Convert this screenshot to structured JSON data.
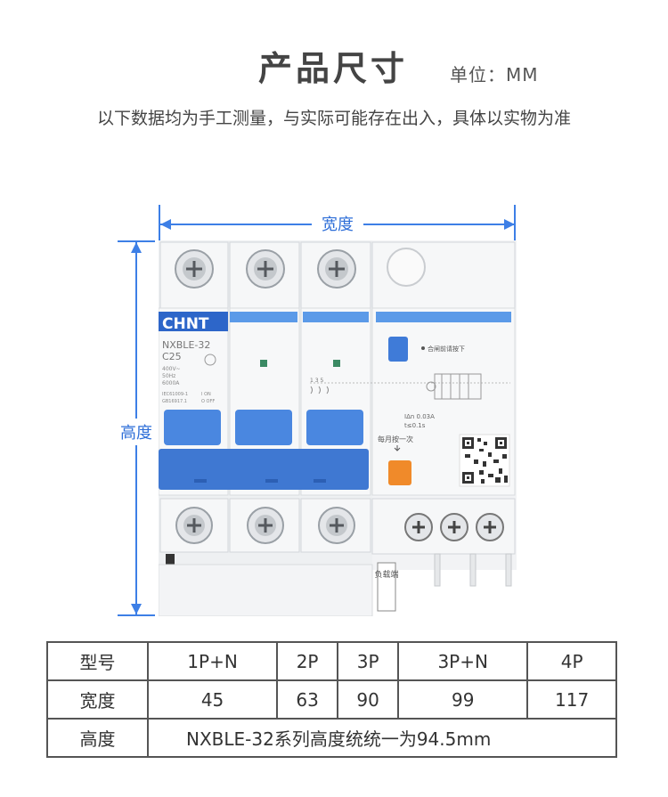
{
  "header": {
    "title": "产品尺寸",
    "unit": "单位：MM",
    "note": "以下数据均为手工测量，与实际可能存在出入，具体以实物为准"
  },
  "dimensions": {
    "width_label": "宽度",
    "height_label": "高度"
  },
  "product": {
    "brand": "CHNT",
    "model": "NXBLE-32",
    "rating": "C25",
    "spec_lines": [
      "400V~",
      "50Hz",
      "6000A"
    ],
    "standard_lines": [
      "IEC61009-1",
      "GB16917.1"
    ],
    "on_off": [
      "I ON",
      "O OFF"
    ],
    "terminal_marks": "1 3 5",
    "reset_hint": "合闸前请按下",
    "residual_lines": [
      "IΔn 0.03A",
      "t≤0.1s"
    ],
    "test_hint": "每月按一次",
    "load_side": "负载端"
  },
  "table": {
    "rows": [
      [
        "型号",
        "1P+N",
        "2P",
        "3P",
        "3P+N",
        "4P"
      ],
      [
        "宽度",
        "45",
        "63",
        "90",
        "99",
        "117"
      ]
    ],
    "height_row": {
      "label": "高度",
      "value": "NXBLE-32系列高度统统一为94.5mm"
    }
  }
}
